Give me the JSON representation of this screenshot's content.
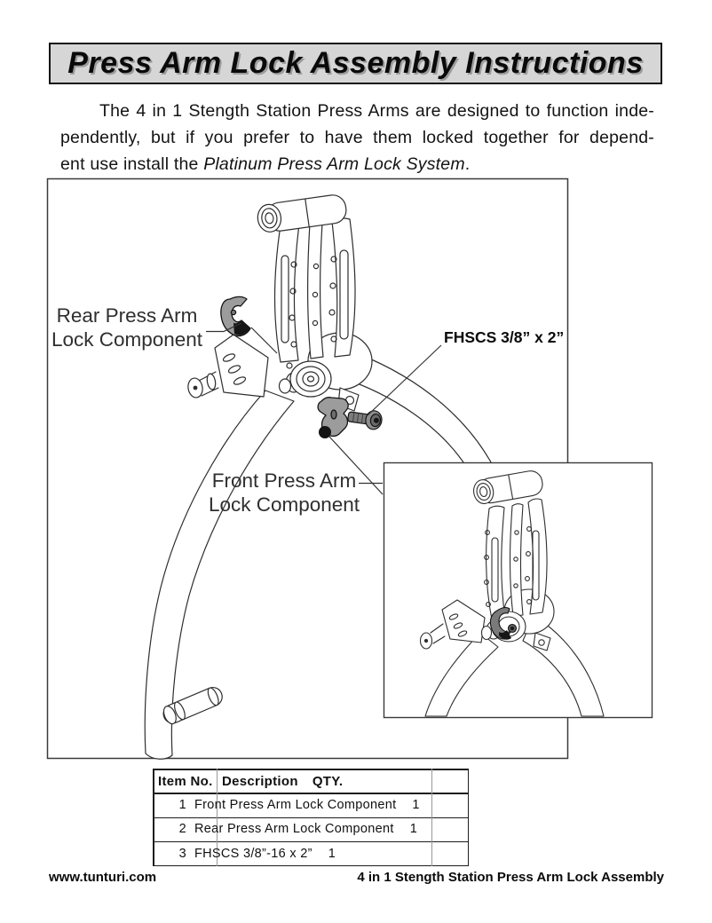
{
  "banner": {
    "title": "Press Arm Lock Assembly Instructions"
  },
  "intro": {
    "line1": "The 4 in 1 Stength Station Press Arms are designed to function inde-",
    "line2": "pendently, but if you prefer to have them locked together for depend-",
    "line3_prefix": "ent use install the ",
    "line3_italic": "Platinum Press Arm Lock System",
    "line3_suffix": "."
  },
  "diagram": {
    "rear_label_line1": "Rear Press Arm",
    "rear_label_line2": "Lock Component",
    "bolt_label": "FHSCS 3/8” x 2”",
    "front_label_line1": "Front Press Arm",
    "front_label_line2": "Lock Component"
  },
  "parts_table": {
    "headers": [
      "Item No.",
      "Description",
      "QTY."
    ],
    "rows": [
      {
        "item": "1",
        "description": "Front Press Arm Lock Component",
        "qty": "1"
      },
      {
        "item": "2",
        "description": "Rear Press Arm Lock Component",
        "qty": "1"
      },
      {
        "item": "3",
        "description": "FHSCS 3/8”-16 x 2”",
        "qty": "1"
      }
    ]
  },
  "footer": {
    "left": "www.tunturi.com",
    "right": "4 in 1 Stength Station Press Arm Lock Assembly"
  },
  "colors": {
    "banner_bg": "#d6d6d6",
    "line": "#2e2e2e",
    "component_gray": "#9c9c9c",
    "component_black": "#141414"
  }
}
